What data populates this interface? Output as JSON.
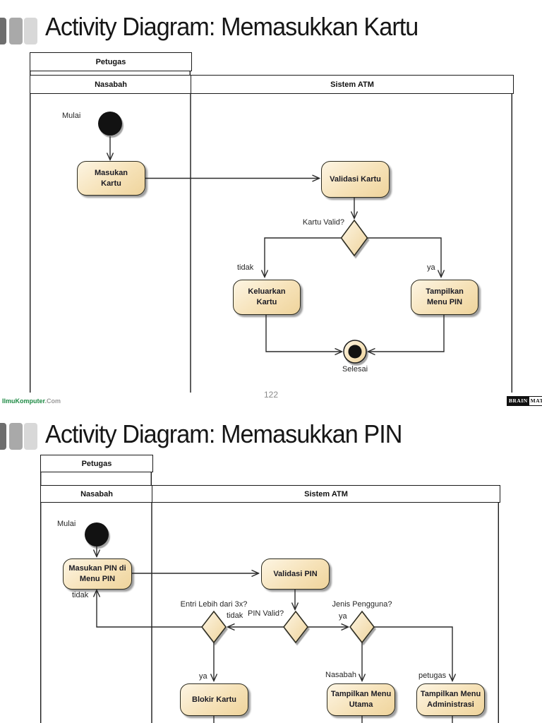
{
  "colors": {
    "node_fill_light": "#FDF5E3",
    "node_fill_dark": "#EFD49C",
    "node_border": "#2B2A1E",
    "connector_line": "#2A2A2A",
    "accent_square_dark": "#6E6E6E",
    "accent_square_mid": "#A9A9A9",
    "accent_square_light": "#D8D8D8",
    "logo_green": "#1E8A44",
    "page_number_gray": "#8A8A8A"
  },
  "slide1": {
    "title": "Activity Diagram: Memasukkan Kartu",
    "page_number": "122",
    "lanes": {
      "petugas": "Petugas",
      "nasabah": "Nasabah",
      "sistem_atm": "Sistem ATM"
    },
    "nodes": {
      "start_label": "Mulai",
      "masukan_kartu": "Masukan\nKartu",
      "validasi_kartu": "Validasi Kartu",
      "kartu_valid_question": "Kartu Valid?",
      "keluarkan_kartu": "Keluarkan\nKartu",
      "tampilkan_menu_pin": "Tampilkan\nMenu PIN",
      "end_label": "Selesai"
    },
    "edges": {
      "tidak": "tidak",
      "ya": "ya"
    },
    "footer": {
      "logo_left_main": "IlmuKomputer",
      "logo_left_suffix": ".Com",
      "logo_right_left": "BRAIN",
      "logo_right_right": "MATICS"
    }
  },
  "slide2": {
    "title": "Activity Diagram: Memasukkan PIN",
    "lanes": {
      "petugas": "Petugas",
      "nasabah": "Nasabah",
      "sistem_atm": "Sistem ATM"
    },
    "nodes": {
      "start_label": "Mulai",
      "masukan_pin": "Masukan PIN di\nMenu PIN",
      "validasi_pin": "Validasi PIN",
      "entri_question": "Entri Lebih dari 3x?",
      "pin_valid_question": "PIN Valid?",
      "jenis_question": "Jenis Pengguna?",
      "blokir_kartu": "Blokir Kartu",
      "tampilkan_menu_utama": "Tampilkan Menu\nUtama",
      "tampilkan_menu_administrasi": "Tampilkan Menu\nAdministrasi"
    },
    "edges": {
      "tidak_loop": "tidak",
      "tidak_entri": "tidak",
      "ya_entri": "ya",
      "ya_pin_valid": "ya",
      "nasabah": "Nasabah",
      "petugas": "petugas"
    }
  }
}
